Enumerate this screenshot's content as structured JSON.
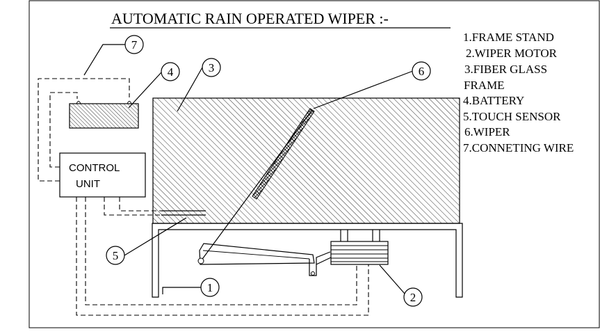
{
  "diagram": {
    "title": "AUTOMATIC RAIN OPERATED WIPER  :-",
    "legend": [
      "1.FRAME STAND",
      "2.WIPER MOTOR",
      "3.FIBER GLASS",
      "FRAME",
      "4.BATTERY",
      "5.TOUCH SENSOR",
      "6.WIPER",
      "7.CONNETING WIRE"
    ],
    "control_unit": {
      "line1": "CONTROL",
      "line2": "UNIT"
    },
    "callouts": {
      "c1": "1",
      "c2": "2",
      "c3": "3",
      "c4": "4",
      "c5": "5",
      "c6": "6",
      "c7": "7"
    }
  }
}
